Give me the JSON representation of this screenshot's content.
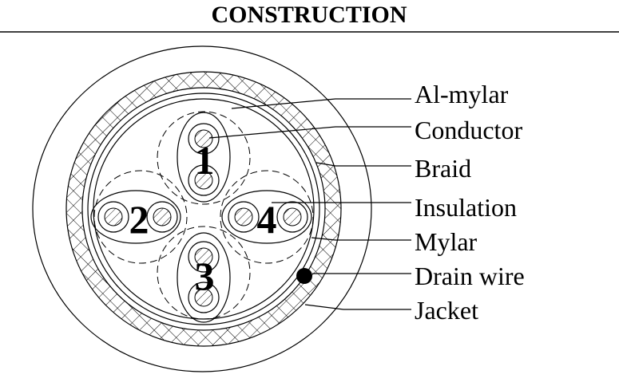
{
  "title": "CONSTRUCTION",
  "labels": {
    "al_mylar": "Al-mylar",
    "conductor": "Conductor",
    "braid": "Braid",
    "insulation": "Insulation",
    "mylar": "Mylar",
    "drain_wire": "Drain wire",
    "jacket": "Jacket"
  },
  "pairs": {
    "p1": "1",
    "p2": "2",
    "p3": "3",
    "p4": "4"
  }
}
